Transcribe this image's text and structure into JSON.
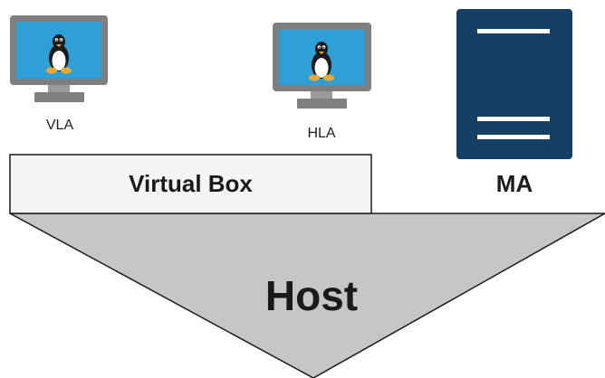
{
  "colors": {
    "monitor_frame": "#7f7f7f",
    "monitor_bezel": "#9a9a9a",
    "screen": "#2f9fd8",
    "server": "#163f66",
    "server_lines": "#ffffff",
    "virtualbox_fill": "#f4f4f4",
    "host_fill": "#c6c6c6",
    "stroke": "#1a1a1a"
  },
  "icons": {
    "vla": "linux-monitor-icon",
    "hla": "linux-monitor-icon",
    "ma": "server-icon"
  },
  "nodes": {
    "vla_label": "VLA",
    "hla_label": "HLA",
    "virtualbox_label": "Virtual Box",
    "ma_label": "MA",
    "host_label": "Host"
  }
}
